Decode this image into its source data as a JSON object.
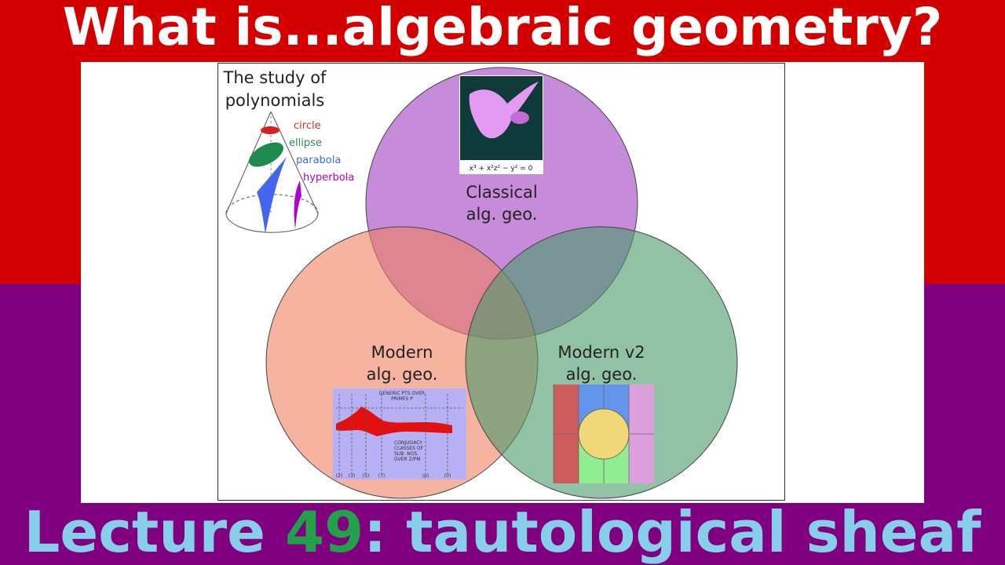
{
  "header": {
    "title": "What is...algebraic geometry?"
  },
  "footer": {
    "lecture_word": "Lecture",
    "lecture_number": "49",
    "lecture_topic": ": tautological sheaf"
  },
  "diagram": {
    "cone_caption_line1": "The study of",
    "cone_caption_line2": "polynomials",
    "conics": [
      {
        "name": "circle",
        "color": "#c0392b"
      },
      {
        "name": "ellipse",
        "color": "#2e8b57"
      },
      {
        "name": "parabola",
        "color": "#4169e1"
      },
      {
        "name": "hyperbola",
        "color": "#b000c8"
      }
    ],
    "circles": [
      {
        "line1": "Classical",
        "line2": "alg. geo.",
        "color": "#a040c0"
      },
      {
        "line1": "Modern",
        "line2": "alg. geo.",
        "color": "#f08060"
      },
      {
        "line1": "Modern v2",
        "line2": "alg. geo.",
        "color": "#4a9a6a"
      }
    ],
    "surface_equation": "x³ + x²z² − y² = 0",
    "spec_labels": {
      "top_line1": "GENERIC PTS OVER",
      "top_line2": "PRIMES P",
      "mid_line1": "CONJUGACY",
      "mid_line2": "CLASSES OF",
      "mid_line3": "SUB. NOS.",
      "mid_line4": "OVER Z/PM",
      "bottom_ticks": [
        "(2)",
        "(3)",
        "(5)",
        "(7)",
        "(p)",
        "(0)"
      ]
    }
  }
}
